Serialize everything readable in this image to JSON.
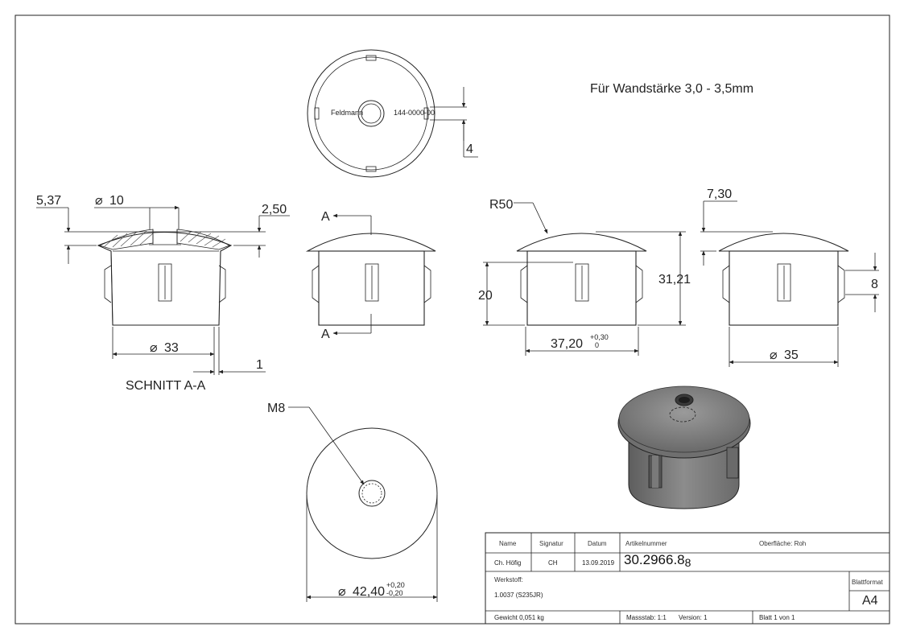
{
  "note": "Für Wandstärke 3,0 - 3,5mm",
  "section_label": "SCHNITT A-A",
  "section_marker": "A",
  "top_view": {
    "dim_width": "4",
    "engraving_left": "Feldmann",
    "engraving_right": "144-0000-00"
  },
  "section_view": {
    "dim_537": "5,37",
    "dim_d10": "10",
    "dim_250": "2,50",
    "dim_d33": "33",
    "dim_1": "1"
  },
  "side_view": {
    "dim_r50": "R50",
    "dim_20": "20",
    "dim_3121": "31,21",
    "dim_3720": "37,20",
    "tol_3720_upper": "+0,30",
    "tol_3720_lower": "0"
  },
  "side_view2": {
    "dim_730": "7,30",
    "dim_8": "8",
    "dim_d35": "35"
  },
  "bottom_view": {
    "thread": "M8",
    "dim_d4240": "42,40",
    "tol_upper": "+0,20",
    "tol_lower": "-0,20"
  },
  "title_block": {
    "hdr_name": "Name",
    "hdr_signatur": "Signatur",
    "hdr_datum": "Datum",
    "name": "Ch. Höfig",
    "signatur": "CH",
    "datum": "13.09.2019",
    "artikelnummer_label": "Artikelnummer",
    "artikelnummer": "30.2966.8",
    "artikelnummer_suffix": "8",
    "oberflaeche": "Oberfläche:  Roh",
    "werkstoff_label": "Werkstoff:",
    "werkstoff": "1.0037 (S235JR)",
    "blattformat_label": "Blattformat",
    "blattformat": "A4",
    "gewicht": "Gewicht 0,051 kg",
    "massstab": "Massstab: 1:1",
    "version": "Version: 1",
    "blatt": "Blatt 1 von 1"
  },
  "colors": {
    "line": "#222222",
    "solid_fill": "#8a8a8a",
    "solid_dark": "#5a5a5a"
  }
}
